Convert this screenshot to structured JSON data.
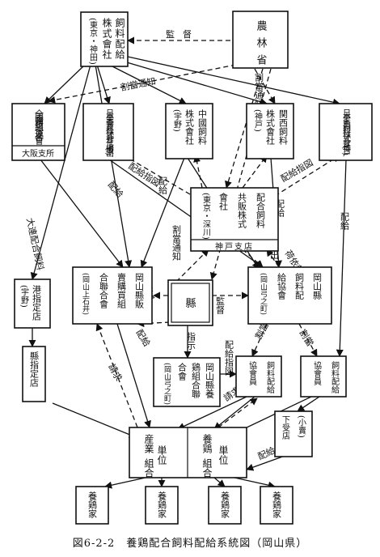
{
  "caption": "図6-2-2　養鶏配合飼料配給系統図（岡山県）",
  "nodes": {
    "haikyu": {
      "lines": [
        "飼料配給",
        "株式會社",
        "(東京・神田)"
      ]
    },
    "norin": {
      "lines": [
        "農林省"
      ]
    },
    "zenkoku": {
      "lines": [
        "全國購買組合連合會"
      ],
      "sub": "大阪支所"
    },
    "nihon_eiyo": {
      "lines": [
        "日本栄養食料株式會社工場(坂出)"
      ]
    },
    "chugoku": {
      "lines": [
        "中國飼料",
        "株式會社",
        "(宇野)"
      ]
    },
    "kansai": {
      "lines": [
        "関西飼料",
        "株式會社",
        "(神戸)"
      ]
    },
    "nihon_kachiku": {
      "lines": [
        "日本家畜飼料株式會社(神戸)"
      ]
    },
    "kyohan": {
      "lines": [
        "配合飼料",
        "共販株式",
        "會社",
        "(東京・深川)"
      ],
      "sub": "神戸支店"
    },
    "minato": {
      "lines": [
        "港指定店",
        "(宇野)"
      ]
    },
    "hanbai": {
      "lines": [
        "岡山縣販",
        "賣購買組",
        "合聯合會",
        "(岡山上石井)"
      ]
    },
    "ken": {
      "lines": [
        "縣"
      ]
    },
    "kyokai": {
      "lines": [
        "岡山縣",
        "飼料配",
        "給協會",
        "(岡山弓之町)"
      ]
    },
    "kenshitei": {
      "lines": [
        "縣指定店"
      ]
    },
    "yokei_kumiai": {
      "lines": [
        "岡山縣養",
        "鶏組合聯",
        "合會",
        "(岡山弓之町)"
      ]
    },
    "kyokai_a": {
      "lines": [
        "飼料配給",
        "協會員"
      ]
    },
    "kyokai_b": {
      "lines": [
        "飼料配給",
        "協會員"
      ]
    },
    "kouri": {
      "lines": [
        "(小賣)",
        "下受店"
      ]
    },
    "sangyo": {
      "lines": [
        "産業",
        "組合",
        "単位"
      ]
    },
    "yokei_unit": {
      "lines": [
        "養鶏",
        "組合",
        "単位"
      ]
    },
    "farmer": {
      "lines": [
        "養鶏家"
      ]
    }
  },
  "edge_labels": {
    "kantoku": "監督",
    "wariate": "割當通知",
    "haikyu_sashizu": "配給指図",
    "haikyu": "配給",
    "dairen": "大連配合飼料",
    "ni_irai": "荷依頼",
    "shutsu": "出",
    "shiji": "指示",
    "seikyu": "請求",
    "wariate_short": "割當",
    "ba": "配"
  }
}
